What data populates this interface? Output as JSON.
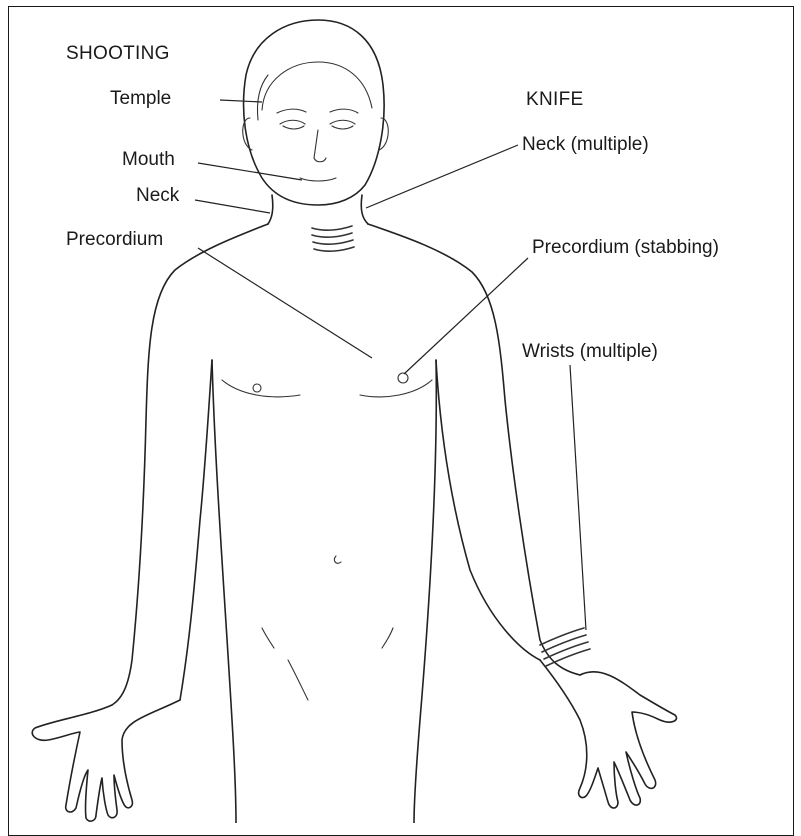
{
  "shooting": {
    "heading": "SHOOTING",
    "temple": "Temple",
    "mouth": "Mouth",
    "neck": "Neck",
    "precordium": "Precordium"
  },
  "knife": {
    "heading": "KNIFE",
    "neck": "Neck (multiple)",
    "precordium": "Precordium (stabbing)",
    "wrists": "Wrists (multiple)"
  }
}
